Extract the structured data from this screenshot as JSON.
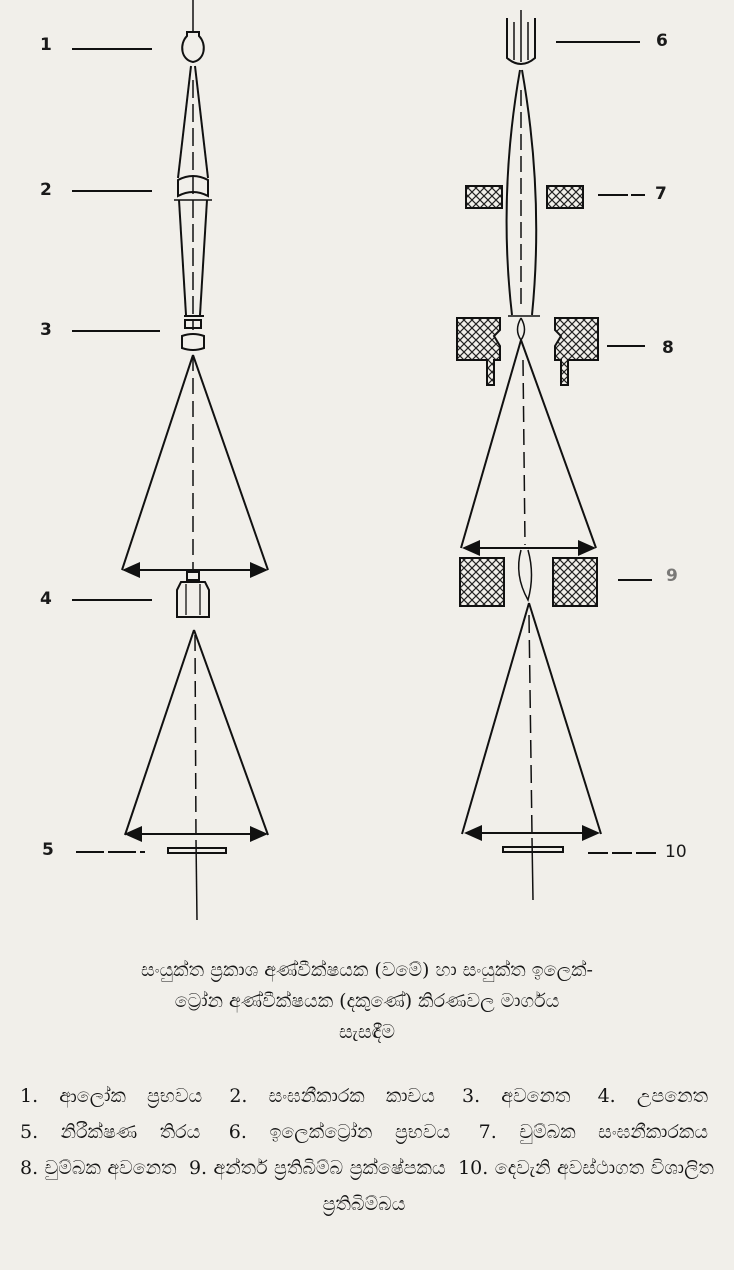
{
  "diagram": {
    "left_microscope_labels": [
      "1",
      "2",
      "3",
      "4",
      "5"
    ],
    "right_microscope_labels": [
      "6",
      "7",
      "8",
      "9",
      "10"
    ]
  },
  "caption": {
    "line1": "සංයුක්ත ප්‍රකාශ අණ්වීක්ෂයක (වමේ) හා සංයුක්ත ඉලෙක්-",
    "line2": "ට්‍රෝන අණ්වීක්ෂයක (දකුණේ) කිරණවල මාර්ගය",
    "line3": "සැසඳීම"
  },
  "legend": {
    "items": [
      "1. ආලෝක ප්‍රභවය",
      "2. සංඝනීකාරක කාචය",
      "3. අවනෙත",
      "4. උපනෙත",
      "5. නිරීක්ෂණ තිරය",
      "6. ඉලෙක්ට්‍රෝන ප්‍රභවය",
      "7. චුම්බක සංඝනීකාරකය",
      "8. චුම්බක අවනෙත",
      "9. අන්තර් ප්‍රතිබිම්බ ප්‍රක්ෂේපකය",
      "10. දෙවැනි අවස්ථාගත විශාලිත ප්‍රතිබිම්බය"
    ]
  }
}
